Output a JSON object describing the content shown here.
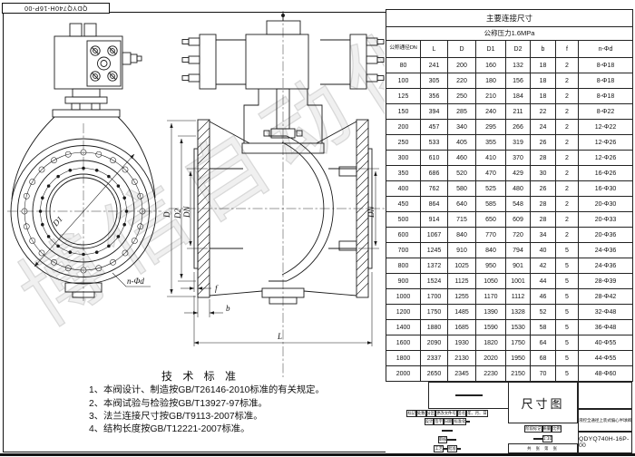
{
  "sheet": {
    "corner_code": "QDYQ740H-16P-00",
    "watermark": "博信自动化"
  },
  "drawing": {
    "labels": {
      "d1": "D1",
      "n_d": "n-Φd",
      "d": "D",
      "d2": "D2",
      "dn_left": "DN",
      "dn_right": "DN",
      "f": "f",
      "b": "b",
      "l": "L"
    }
  },
  "table": {
    "title": "主要连接尺寸",
    "subtitle": "公称压力1.6MPa",
    "columns": [
      "公称通径DN",
      "L",
      "D",
      "D1",
      "D2",
      "b",
      "f",
      "n-Φd"
    ],
    "rows": [
      [
        "80",
        "241",
        "200",
        "160",
        "132",
        "18",
        "2",
        "8-Φ18"
      ],
      [
        "100",
        "305",
        "220",
        "180",
        "156",
        "18",
        "2",
        "8-Φ18"
      ],
      [
        "125",
        "356",
        "250",
        "210",
        "184",
        "18",
        "2",
        "8-Φ18"
      ],
      [
        "150",
        "394",
        "285",
        "240",
        "211",
        "22",
        "2",
        "8-Φ22"
      ],
      [
        "200",
        "457",
        "340",
        "295",
        "266",
        "24",
        "2",
        "12-Φ22"
      ],
      [
        "250",
        "533",
        "405",
        "355",
        "319",
        "26",
        "2",
        "12-Φ26"
      ],
      [
        "300",
        "610",
        "460",
        "410",
        "370",
        "28",
        "2",
        "12-Φ26"
      ],
      [
        "350",
        "686",
        "520",
        "470",
        "429",
        "30",
        "2",
        "16-Φ26"
      ],
      [
        "400",
        "762",
        "580",
        "525",
        "480",
        "26",
        "2",
        "16-Φ30"
      ],
      [
        "450",
        "864",
        "640",
        "585",
        "548",
        "28",
        "2",
        "20-Φ30"
      ],
      [
        "500",
        "914",
        "715",
        "650",
        "609",
        "28",
        "2",
        "20-Φ33"
      ],
      [
        "600",
        "1067",
        "840",
        "770",
        "720",
        "34",
        "2",
        "20-Φ36"
      ],
      [
        "700",
        "1245",
        "910",
        "840",
        "794",
        "40",
        "5",
        "24-Φ36"
      ],
      [
        "800",
        "1372",
        "1025",
        "950",
        "901",
        "42",
        "5",
        "24-Φ36"
      ],
      [
        "900",
        "1524",
        "1125",
        "1050",
        "1001",
        "44",
        "5",
        "28-Φ39"
      ],
      [
        "1000",
        "1700",
        "1255",
        "1170",
        "1112",
        "46",
        "5",
        "28-Φ42"
      ],
      [
        "1200",
        "1750",
        "1485",
        "1390",
        "1328",
        "52",
        "5",
        "32-Φ48"
      ],
      [
        "1400",
        "1880",
        "1685",
        "1590",
        "1530",
        "58",
        "5",
        "36-Φ48"
      ],
      [
        "1600",
        "2090",
        "1930",
        "1820",
        "1750",
        "64",
        "5",
        "40-Φ55"
      ],
      [
        "1800",
        "2337",
        "2130",
        "2020",
        "1950",
        "68",
        "5",
        "44-Φ55"
      ],
      [
        "2000",
        "2650",
        "2345",
        "2230",
        "2150",
        "70",
        "5",
        "48-Φ60"
      ]
    ]
  },
  "tech_notes": {
    "title": "技 术 标 准",
    "items": [
      "1、本阀设计、制造按GB/T26146-2010标准的有关规定。",
      "2、本阀试验与检验按GB/T13927-97标准。",
      "3、法兰连接尺寸按GB/T9113-2007标准。",
      "4、结构长度按GB/T12221-2007标准。"
    ]
  },
  "title_block": {
    "doc_type": "尺寸图",
    "product_name": "液控全通径上装式偏心半球阀",
    "drawing_no": "QDYQ740H-16P-00",
    "scale": "1:10",
    "labels": {
      "mark": "标记",
      "count": "处数",
      "zone": "分区",
      "change_file": "更改文件号",
      "signature": "签名",
      "date": "年、月、日",
      "design": "设计",
      "sign": "签字",
      "date2": "日期",
      "standardization": "标准化",
      "review": "审核",
      "process": "工艺",
      "approve": "批准",
      "stage_mark": "阶段标记",
      "weight": "质量",
      "scale_label": "比例",
      "sheets": "共 张 第 张"
    }
  }
}
